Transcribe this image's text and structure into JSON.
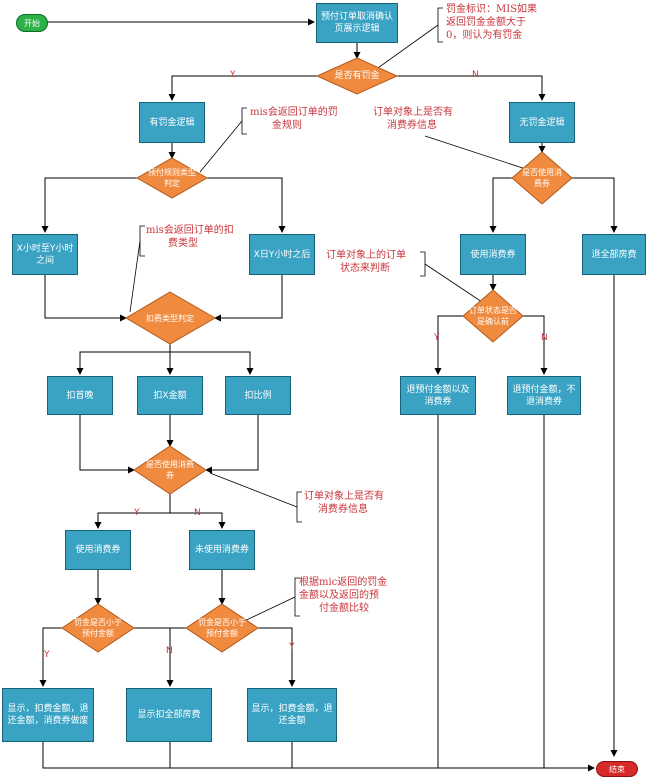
{
  "terminals": {
    "start": "开始",
    "end": "结束"
  },
  "boxes": {
    "cancel": "预付订单取消确认页展示逻辑",
    "has_fine": "有罚金逻辑",
    "no_fine": "无罚金逻辑",
    "x_to_y": "X小时至Y小时之间",
    "after_xy": "X日Y小时之后",
    "use_coupon_right": "使用消费券",
    "refund_all": "退全部房费",
    "deduct_first_night": "扣首晚",
    "deduct_x_amount": "扣X金额",
    "deduct_ratio": "扣比例",
    "refund_prepaid_coupon": "退预付金额以及消费券",
    "refund_prepaid_no_coupon": "退预付金额，不退消费券",
    "use_coupon_left": "使用消费券",
    "not_use_coupon": "未使用消费券",
    "show_a": "显示，扣费金额，退还金额，消费券做废",
    "show_b": "显示扣全部房费",
    "show_c": "显示，扣费金额，退还金额"
  },
  "decisions": {
    "has_fine_q": "是否有罚金",
    "prepay_rule": "预付规则类型判定",
    "coupon_used_right": "是否使用消费券",
    "deduct_type": "扣费类型判定",
    "order_state": "订单状态是否是确认前",
    "coupon_used_mid": "是否使用消费券",
    "fine_lt_prepaid_1": "罚金是否小于预付金额",
    "fine_lt_prepaid_2": "罚金是否小于预付金额"
  },
  "notes": {
    "fine_flag": [
      "罚金标识：MIS如果",
      "返回罚金金额大于",
      "0，则认为有罚金"
    ],
    "mis_fine_rule": [
      "mis会返回订单的罚",
      "金规则"
    ],
    "order_coupon_info_top": [
      "订单对象上是否有",
      "消费券信息"
    ],
    "mis_deduct_type": [
      "mis会返回订单的扣",
      "费类型"
    ],
    "order_state_judge": [
      "订单对象上的订单",
      "状态来判断"
    ],
    "order_coupon_info_mid": [
      "订单对象上是否有",
      "消费券信息"
    ],
    "compare_note": [
      "根据mic返回的罚金",
      "金额以及返回的预",
      "付金额比较"
    ]
  },
  "labels": {
    "yes": "Y",
    "no": "N"
  },
  "colors": {
    "box": "#3aa3c3",
    "decision": "#f08a3e",
    "start": "#2db24a",
    "end": "#d62a2a",
    "note": "#c8343a"
  }
}
